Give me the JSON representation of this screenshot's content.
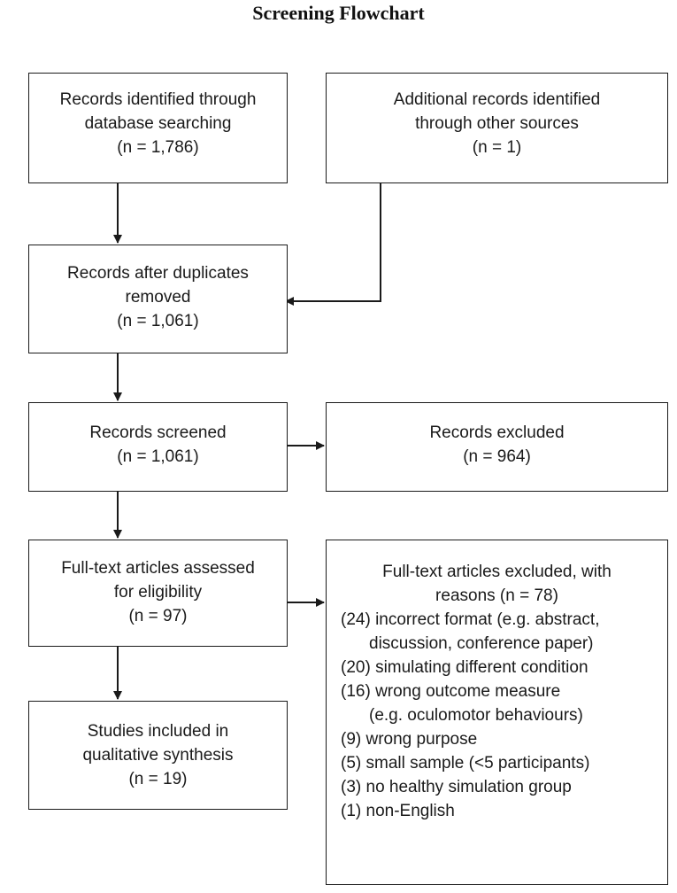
{
  "title": "Screening Flowchart",
  "boxes": {
    "identified": {
      "lines": [
        "Records identified through",
        "database searching",
        "(n = 1,786)"
      ]
    },
    "additional": {
      "lines": [
        "Additional records identified",
        "through other sources",
        "(n = 1)"
      ]
    },
    "duplicates": {
      "lines": [
        "Records after duplicates",
        "removed",
        "(n = 1,061)"
      ]
    },
    "screened": {
      "lines": [
        "Records screened",
        "(n = 1,061)"
      ]
    },
    "excluded": {
      "lines": [
        "Records excluded",
        "(n = 964)"
      ]
    },
    "fulltext": {
      "lines": [
        "Full-text articles assessed",
        "for eligibility",
        "(n = 97)"
      ]
    },
    "included": {
      "lines": [
        "Studies included in",
        "qualitative synthesis",
        "(n = 19)"
      ]
    },
    "reasons": {
      "heading": [
        "Full-text articles excluded, with",
        "reasons (n = 78)"
      ],
      "items": [
        "(24) incorrect format (e.g. abstract,",
        "discussion, conference paper)",
        "(20) simulating different condition",
        "(16) wrong outcome measure",
        "(e.g. oculomotor behaviours)",
        "(9) wrong purpose",
        "(5) small sample (<5 participants)",
        "(3) no healthy simulation group",
        "(1) non-English"
      ]
    }
  }
}
